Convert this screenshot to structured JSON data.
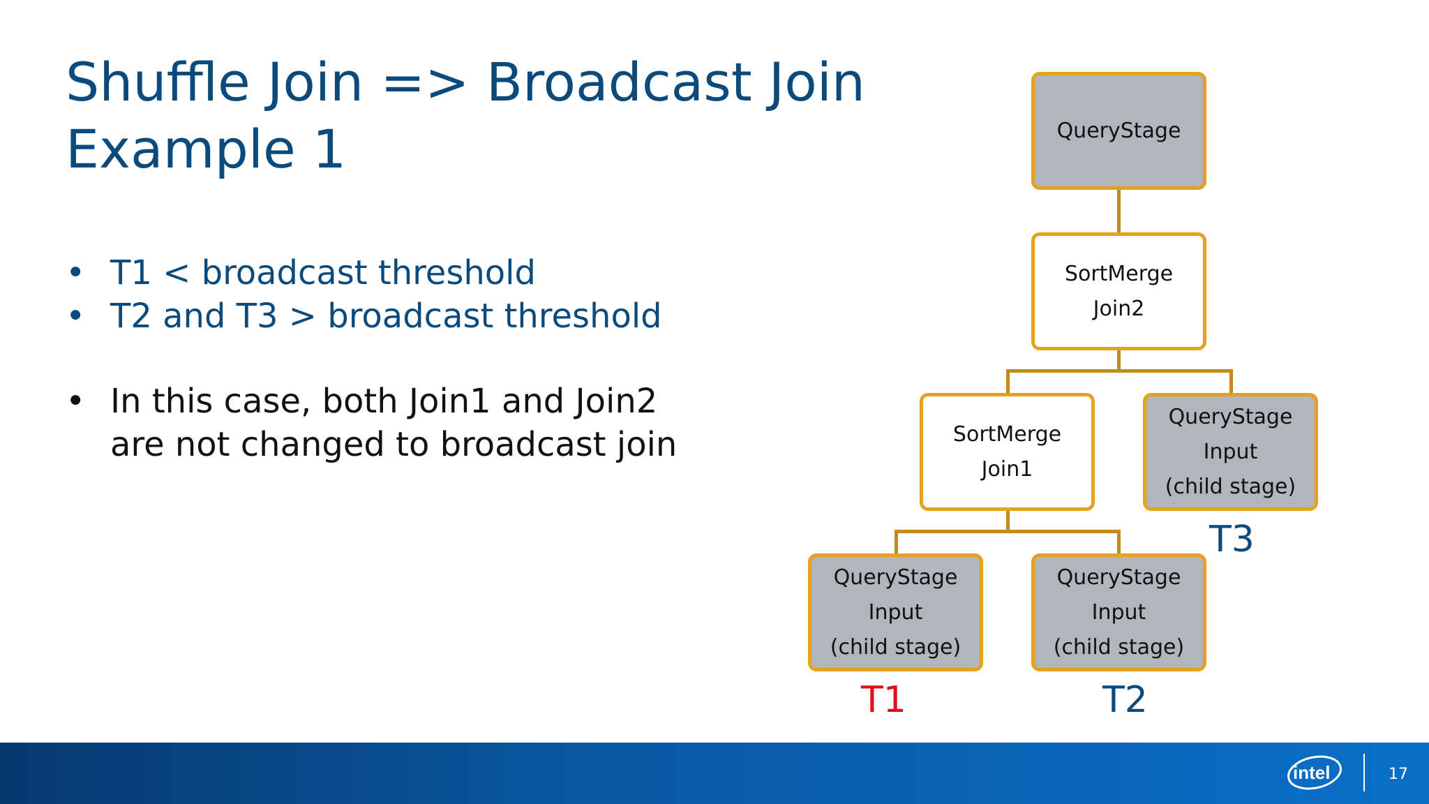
{
  "slide": {
    "title_line1": "Shuffle Join => Broadcast Join",
    "title_line2": "Example 1",
    "bullets": [
      {
        "lines": [
          "T1 < broadcast threshold"
        ]
      },
      {
        "lines": [
          "T2 and T3 >  broadcast threshold"
        ]
      },
      {
        "lines": [
          "In this case, both Join1 and Join2",
          "are not changed to broadcast join"
        ]
      }
    ],
    "bullet_glyph": "•"
  },
  "diagram": {
    "nodes": {
      "root": {
        "lines": [
          "QueryStage"
        ]
      },
      "join2": {
        "lines": [
          "SortMerge",
          "Join2"
        ]
      },
      "join1": {
        "lines": [
          "SortMerge",
          "Join1"
        ]
      },
      "t3_stage": {
        "lines": [
          "QueryStage",
          "Input",
          "(child stage)"
        ]
      },
      "t1_stage": {
        "lines": [
          "QueryStage",
          "Input",
          "(child stage)"
        ]
      },
      "t2_stage": {
        "lines": [
          "QueryStage",
          "Input",
          "(child stage)"
        ]
      }
    },
    "labels": {
      "t1": "T1",
      "t2": "T2",
      "t3": "T3"
    },
    "colors": {
      "border": "#e6a21d",
      "stage_fill": "#b1b6bd",
      "join_fill": "#ffffff",
      "t1": "#e0101a",
      "t2_t3": "#0b4a7c"
    }
  },
  "footer": {
    "logo_text": "intel",
    "page_number": "17"
  }
}
